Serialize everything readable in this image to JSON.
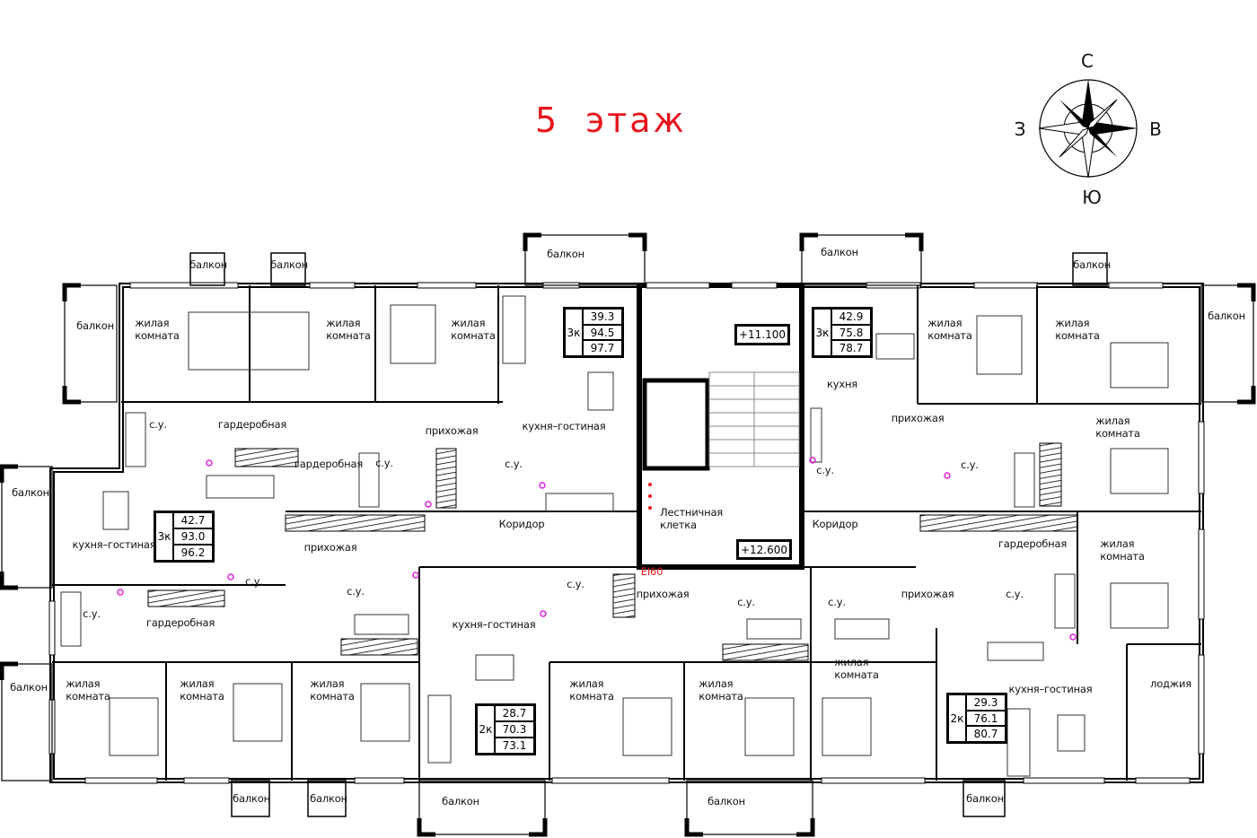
{
  "title": "5  этаж",
  "compass": {
    "north": "С",
    "east": "В",
    "south": "Ю",
    "west": "З"
  },
  "colors": {
    "title": "#e8141b",
    "walls": "#000000",
    "risers": "#e020e0"
  },
  "elevations": [
    "+11.100",
    "+12.600"
  ],
  "fire_rating": "EI60",
  "stairwell": "Лестничная\nклетка",
  "apartments": [
    {
      "rooms": "3к",
      "living": "39.3",
      "total": "94.5",
      "total_with_balcony": "97.7"
    },
    {
      "rooms": "3к",
      "living": "42.9",
      "total": "75.8",
      "total_with_balcony": "78.7"
    },
    {
      "rooms": "3к",
      "living": "42.7",
      "total": "93.0",
      "total_with_balcony": "96.2"
    },
    {
      "rooms": "2к",
      "living": "28.7",
      "total": "70.3",
      "total_with_balcony": "73.1"
    },
    {
      "rooms": "2к",
      "living": "29.3",
      "total": "76.1",
      "total_with_balcony": "80.7"
    }
  ],
  "balconies": [
    "балкон",
    "балкон",
    "балкон",
    "балкон",
    "балкон",
    "балкон",
    "балкон",
    "балкон",
    "балкон",
    "балкон",
    "балкон",
    "балкон",
    "балкон",
    "балкон"
  ],
  "living_rooms": [
    "жилая\nкомната",
    "жилая\nкомната",
    "жилая\nкомната",
    "жилая\nкомната",
    "жилая\nкомната",
    "жилая\nкомната",
    "жилая\nкомната",
    "жилая\nкомната",
    "жилая\nкомната",
    "жилая\nкомната",
    "жилая\nкомната",
    "жилая\nкомната",
    "жилая\nкомната"
  ],
  "bathrooms": [
    "с.у.",
    "с.у.",
    "с.у.",
    "с.у.",
    "с.у.",
    "с.у.",
    "с.у.",
    "с.у.",
    "с.у.",
    "с.у.",
    "с.у.",
    "с.у."
  ],
  "wardrobes": [
    "гардеробная",
    "гардеробная",
    "гардеробная",
    "гардеробная"
  ],
  "hallways": [
    "прихожая",
    "прихожая",
    "прихожая",
    "прихожая",
    "прихожая"
  ],
  "kitchens": [
    "кухня–гостиная",
    "кухня–гостиная",
    "кухня–гостиная",
    "кухня–гостиная"
  ],
  "kitchen": "кухня",
  "corridors": [
    "Коридор",
    "Коридор"
  ],
  "loggia": "лоджия"
}
